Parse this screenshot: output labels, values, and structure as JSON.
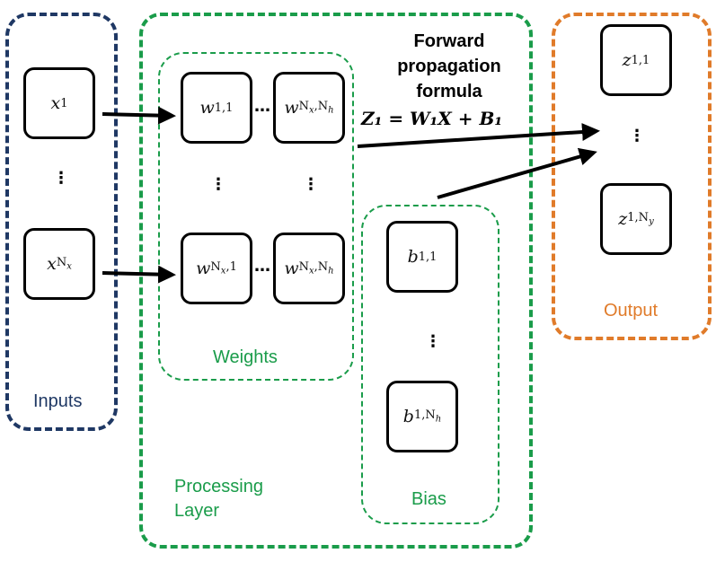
{
  "regions": {
    "inputs_label": "Inputs",
    "processing_label": "Processing\nLayer",
    "weights_label": "Weights",
    "bias_label": "Bias",
    "output_label": "Output"
  },
  "title": "Forward\npropagation\nformula",
  "formula": "Z₁ = W₁X + B₁",
  "nodes": {
    "x_first": {
      "sym": "x",
      "sub": "1"
    },
    "x_last": {
      "sym": "x",
      "sub": "N",
      "subsub": "x"
    },
    "w_11": {
      "sym": "w",
      "sub": "1,1"
    },
    "w_1Nh": {
      "sym": "w",
      "sub": "N",
      "subsub": "x",
      "tail": ",N",
      "tailsub": "h"
    },
    "w_Nx1": {
      "sym": "w",
      "sub": "N",
      "subsub": "x",
      "tail": ",1"
    },
    "w_NxNh": {
      "sym": "w",
      "sub": "N",
      "subsub": "x",
      "tail": ",N",
      "tailsub": "h"
    },
    "b_11": {
      "sym": "b",
      "sub": "1,1"
    },
    "b_1Nh": {
      "sym": "b",
      "sub": "1,N",
      "subsub": "h"
    },
    "z_11": {
      "sym": "z",
      "sub": "1,1"
    },
    "z_1Ny": {
      "sym": "z",
      "sub": "1,N",
      "subsub": "y"
    }
  },
  "ellipsis": {
    "vertical": "⋮",
    "horizontal": "…"
  },
  "colors": {
    "inputs": "#1f3864",
    "processing": "#1a9c4a",
    "output": "#e07b2a",
    "arrow": "#000000"
  }
}
